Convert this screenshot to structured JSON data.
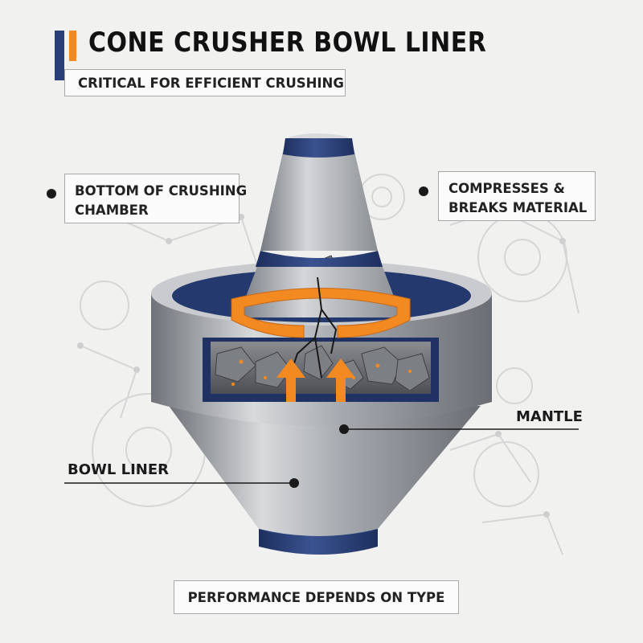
{
  "title": "CONE CRUSHER BOWL LINER",
  "subtitle": "CRITICAL FOR EFFICIENT CRUSHING",
  "callouts": {
    "left": {
      "lines": [
        "BOTTOM OF CRUSHING",
        "CHAMBER"
      ]
    },
    "right": {
      "lines": [
        "COMPRESSES &",
        "BREAKS MATERIAL"
      ]
    }
  },
  "labels": {
    "mantle": "MANTLE",
    "bowl_liner": "BOWL LINER"
  },
  "footer": "PERFORMANCE DEPENDS ON TYPE",
  "colors": {
    "accent_orange": "#f28a21",
    "navy": "#283f78",
    "steel": "#9ea2a7",
    "background": "#f1f1f0"
  }
}
